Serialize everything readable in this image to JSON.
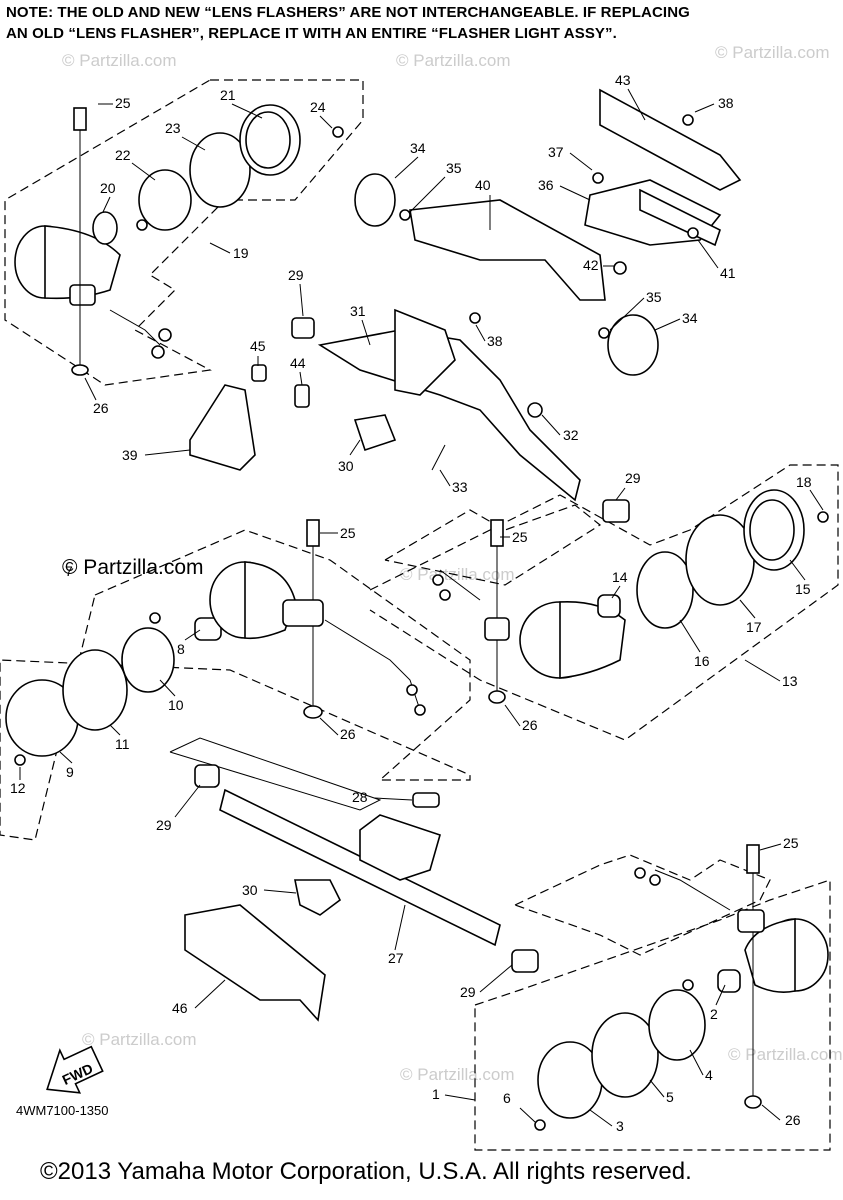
{
  "note": {
    "line1": "NOTE: THE OLD AND NEW “LENS FLASHERS” ARE NOT INTERCHANGEABLE. IF REPLACING",
    "line2": "AN OLD “LENS FLASHER”, REPLACE IT WITH AN ENTIRE “FLASHER LIGHT ASSY”."
  },
  "diagram_id": "4WM7100-1350",
  "fwd_label": "FWD",
  "watermark": {
    "main": "© Partzilla.com",
    "faint": "© Partzilla.com"
  },
  "copyright": "©2013 Yamaha Motor Corporation, U.S.A. All rights reserved.",
  "callouts": [
    {
      "id": "c25a",
      "text": "25"
    },
    {
      "id": "c21",
      "text": "21"
    },
    {
      "id": "c24",
      "text": "24"
    },
    {
      "id": "c23",
      "text": "23"
    },
    {
      "id": "c22",
      "text": "22"
    },
    {
      "id": "c20",
      "text": "20"
    },
    {
      "id": "c19",
      "text": "19"
    },
    {
      "id": "c26a",
      "text": "26"
    },
    {
      "id": "c43",
      "text": "43"
    },
    {
      "id": "c38a",
      "text": "38"
    },
    {
      "id": "c34a",
      "text": "34"
    },
    {
      "id": "c35a",
      "text": "35"
    },
    {
      "id": "c37",
      "text": "37"
    },
    {
      "id": "c40",
      "text": "40"
    },
    {
      "id": "c36",
      "text": "36"
    },
    {
      "id": "c41",
      "text": "41"
    },
    {
      "id": "c42",
      "text": "42"
    },
    {
      "id": "c35b",
      "text": "35"
    },
    {
      "id": "c34b",
      "text": "34"
    },
    {
      "id": "c29a",
      "text": "29"
    },
    {
      "id": "c31",
      "text": "31"
    },
    {
      "id": "c38b",
      "text": "38"
    },
    {
      "id": "c45",
      "text": "45"
    },
    {
      "id": "c44",
      "text": "44"
    },
    {
      "id": "c39",
      "text": "39"
    },
    {
      "id": "c32",
      "text": "32"
    },
    {
      "id": "c30a",
      "text": "30"
    },
    {
      "id": "c33",
      "text": "33"
    },
    {
      "id": "c29b",
      "text": "29"
    },
    {
      "id": "c18",
      "text": "18"
    },
    {
      "id": "c25b",
      "text": "25"
    },
    {
      "id": "c25c",
      "text": "25"
    },
    {
      "id": "c7",
      "text": "7"
    },
    {
      "id": "c15",
      "text": "15"
    },
    {
      "id": "c14",
      "text": "14"
    },
    {
      "id": "c17",
      "text": "17"
    },
    {
      "id": "c8",
      "text": "8"
    },
    {
      "id": "c16",
      "text": "16"
    },
    {
      "id": "c13",
      "text": "13"
    },
    {
      "id": "c10",
      "text": "10"
    },
    {
      "id": "c26b",
      "text": "26"
    },
    {
      "id": "c26c",
      "text": "26"
    },
    {
      "id": "c11",
      "text": "11"
    },
    {
      "id": "c9",
      "text": "9"
    },
    {
      "id": "c12",
      "text": "12"
    },
    {
      "id": "c28",
      "text": "28"
    },
    {
      "id": "c29c",
      "text": "29"
    },
    {
      "id": "c25d",
      "text": "25"
    },
    {
      "id": "c30b",
      "text": "30"
    },
    {
      "id": "c27",
      "text": "27"
    },
    {
      "id": "c29d",
      "text": "29"
    },
    {
      "id": "c2",
      "text": "2"
    },
    {
      "id": "c46",
      "text": "46"
    },
    {
      "id": "c4",
      "text": "4"
    },
    {
      "id": "c1",
      "text": "1"
    },
    {
      "id": "c5",
      "text": "5"
    },
    {
      "id": "c6",
      "text": "6"
    },
    {
      "id": "c3",
      "text": "3"
    },
    {
      "id": "c26d",
      "text": "26"
    }
  ]
}
